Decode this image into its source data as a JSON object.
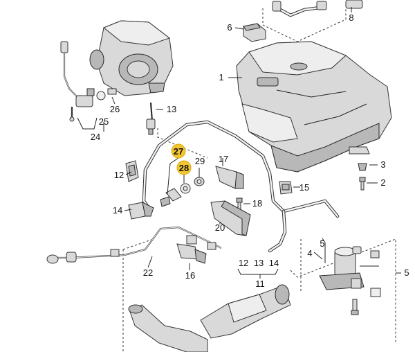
{
  "parts": {
    "p1": "1",
    "p2": "2",
    "p3": "3",
    "p4": "4",
    "p5a": "5",
    "p5b": "5",
    "p6": "6",
    "p8": "8",
    "p11": "11",
    "p12a": "12",
    "p12b": "12",
    "p13a": "13",
    "p13b": "13",
    "p14a": "14",
    "p14b": "14",
    "p15": "15",
    "p16": "16",
    "p17": "17",
    "p18": "18",
    "p20": "20",
    "p22": "22",
    "p24": "24",
    "p25": "25",
    "p26": "26",
    "p27": "27",
    "p28": "28",
    "p29": "29"
  },
  "colors": {
    "highlight": "#f2c531",
    "line": "#222222",
    "metal": "#d9d9d9"
  }
}
